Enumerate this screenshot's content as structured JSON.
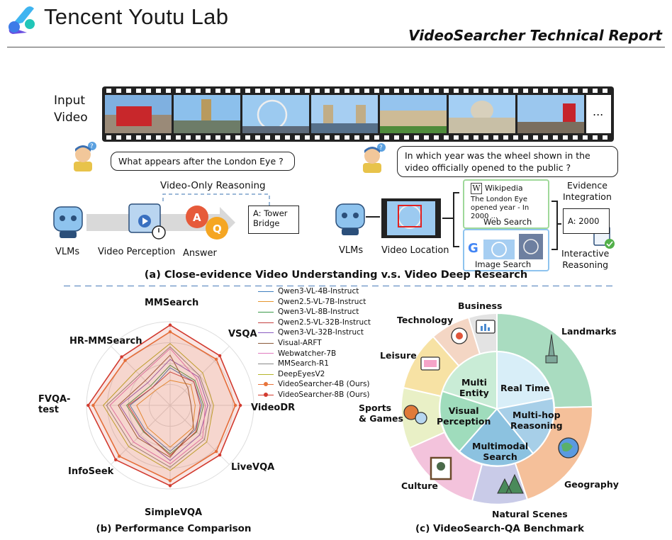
{
  "header": {
    "logo_text": "Tencent Youtu Lab",
    "report_title": "VideoSearcher Technical Report"
  },
  "top": {
    "input_video_label": "Input\nVideo",
    "more_frames": "...",
    "question_left": "What appears after the London Eye ?",
    "question_right": "In which year was the wheel shown in the video officially opened to the public ?",
    "video_only_reasoning": "Video-Only Reasoning",
    "answer_left": "A: Tower Bridge",
    "labels_left": {
      "vlms": "VLMs",
      "perception": "Video Perception",
      "answer": "Answer"
    },
    "labels_right": {
      "vlms": "VLMs",
      "location": "Video Location"
    },
    "web_search": {
      "title": "Wikipedia",
      "snippet": "The London Eye opened year - In 2000 ...",
      "label": "Web Search"
    },
    "image_search_label": "Image Search",
    "evidence_integration": "Evidence\nIntegration",
    "answer_right": "A: 2000",
    "interactive_reasoning": "Interactive\nReasoning",
    "caption_a": "(a) Close-evidence Video Understanding v.s. Video Deep Research"
  },
  "radar": {
    "axes": [
      "MMSearch",
      "VSQA",
      "VideoDR",
      "LiveVQA",
      "SimpleVQA",
      "InfoSeek",
      "FVQA-\ntest",
      "HR-MMSearch"
    ],
    "caption_b": "(b) Performance Comparison"
  },
  "chart_data": {
    "type": "radar",
    "title": "",
    "axes": [
      "MMSearch",
      "VSQA",
      "VideoDR",
      "LiveVQA",
      "SimpleVQA",
      "InfoSeek",
      "FVQA-test",
      "HR-MMSearch"
    ],
    "series": [
      {
        "name": "Qwen3-VL-4B-Instruct",
        "color": "#3f7fbf",
        "values": [
          0.45,
          0.4,
          0.38,
          0.42,
          0.55,
          0.42,
          0.48,
          0.3
        ]
      },
      {
        "name": "Qwen2.5-VL-7B-Instruct",
        "color": "#e6962e",
        "values": [
          0.3,
          0.35,
          0.3,
          0.38,
          0.5,
          0.38,
          0.4,
          0.25
        ]
      },
      {
        "name": "Qwen3-VL-8B-Instruct",
        "color": "#3a9a4a",
        "values": [
          0.48,
          0.42,
          0.4,
          0.45,
          0.58,
          0.45,
          0.52,
          0.33
        ]
      },
      {
        "name": "Qwen2.5-VL-32B-Instruct",
        "color": "#c44040",
        "values": [
          0.4,
          0.4,
          0.36,
          0.44,
          0.6,
          0.44,
          0.5,
          0.3
        ]
      },
      {
        "name": "Qwen3-VL-32B-Instruct",
        "color": "#8a5cc0",
        "values": [
          0.55,
          0.48,
          0.45,
          0.5,
          0.66,
          0.52,
          0.6,
          0.38
        ]
      },
      {
        "name": "Visual-ARFT",
        "color": "#8b5a3a",
        "values": [
          0.6,
          0.3,
          0.25,
          0.4,
          0.62,
          0.55,
          0.62,
          0.42
        ]
      },
      {
        "name": "Webwatcher-7B",
        "color": "#e07ac0",
        "values": [
          0.68,
          0.45,
          0.42,
          0.55,
          0.7,
          0.62,
          0.72,
          0.5
        ]
      },
      {
        "name": "MMSearch-R1",
        "color": "#888888",
        "values": [
          0.7,
          0.5,
          0.48,
          0.58,
          0.74,
          0.66,
          0.76,
          0.52
        ]
      },
      {
        "name": "DeepEyesV2",
        "color": "#b5b52a",
        "values": [
          0.74,
          0.55,
          0.52,
          0.62,
          0.78,
          0.7,
          0.8,
          0.58
        ]
      },
      {
        "name": "VideoSearcher-4B (Ours)",
        "color": "#e8743b",
        "values": [
          0.88,
          0.78,
          0.78,
          0.78,
          0.9,
          0.86,
          0.92,
          0.76
        ]
      },
      {
        "name": "VideoSearcher-8B (Ours)",
        "color": "#d23a2e",
        "values": [
          0.96,
          0.84,
          0.84,
          0.84,
          0.96,
          0.92,
          0.98,
          0.82
        ]
      }
    ],
    "grid": true
  },
  "benchmark": {
    "inner": [
      "Multi\nEntity",
      "Real Time",
      "Visual\nPerception",
      "Multi-hop\nReasoning",
      "Multimodal\nSearch"
    ],
    "outer": [
      "Business",
      "Landmarks",
      "Geography",
      "Natural Scenes",
      "Culture",
      "Sports\n& Games",
      "Leisure",
      "Technology"
    ],
    "caption_c": "(c) VideoSearch-QA Benchmark"
  },
  "colors": {
    "dash": "#7aa0cc",
    "landmarks": "#a9dcc0",
    "geography": "#f5c09a",
    "natural": "#c9cbe8",
    "culture": "#f3c3dc",
    "sports": "#e9f0c6",
    "leisure": "#f7e2a4",
    "technology": "#f4d6c4",
    "business": "#e3e3e3",
    "inner_green": "#bfe5d0",
    "inner_blue": "#a7cfe8",
    "inner_blue2": "#8cc2e0"
  }
}
